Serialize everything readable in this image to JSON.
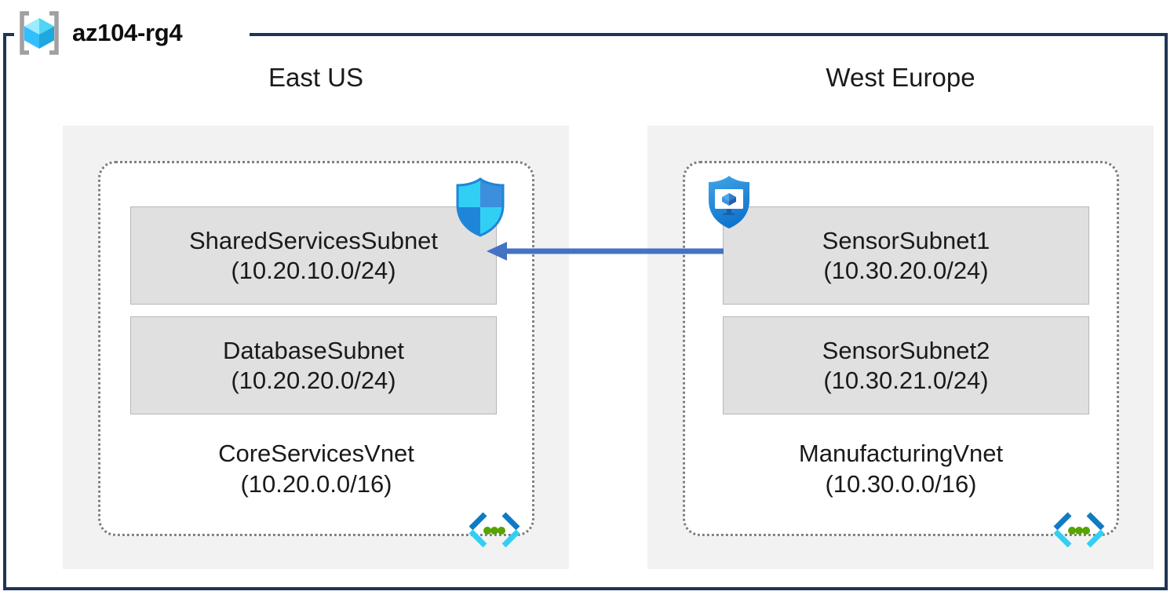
{
  "resource_group": {
    "name": "az104-rg4",
    "icon": "resource-group-cube-icon",
    "frame_color": "#1F3557"
  },
  "palette": {
    "region_panel_fill": "#F2F2F2",
    "vnet_fill": "#FFFFFF",
    "vnet_border": "#808080",
    "subnet_fill": "#E0E0E0",
    "subnet_border": "#B7B7B7",
    "arrow_color": "#4472C4",
    "nsg_shield_light": "#32BEFF",
    "nsg_shield_dark": "#0078D4",
    "vnet_icon_blue": "#0078D4",
    "vnet_icon_cyan": "#32BEFF",
    "vnet_icon_green": "#57A300",
    "cube_icon_light": "#9CEBFF",
    "cube_icon_mid": "#32BEFF",
    "bracket_gray": "#A0A0A0"
  },
  "regions": [
    {
      "label": "East US",
      "vnet": {
        "name": "CoreServicesVnet",
        "cidr": "(10.20.0.0/16)",
        "icon": "virtual-network-icon",
        "subnets": [
          {
            "name": "SharedServicesSubnet",
            "cidr": "(10.20.10.0/24)",
            "icon": "network-security-group-shield-icon"
          },
          {
            "name": "DatabaseSubnet",
            "cidr": "(10.20.20.0/24)",
            "icon": null
          }
        ]
      }
    },
    {
      "label": "West Europe",
      "vnet": {
        "name": "ManufacturingVnet",
        "cidr": "(10.30.0.0/16)",
        "icon": "virtual-network-icon",
        "subnets": [
          {
            "name": "SensorSubnet1",
            "cidr": "(10.30.20.0/24)",
            "icon": "vm-security-shield-icon"
          },
          {
            "name": "SensorSubnet2",
            "cidr": "(10.30.21.0/24)",
            "icon": null
          }
        ]
      }
    }
  ],
  "connection": {
    "name": "vnet-peering-arrow",
    "direction": "right-to-left",
    "from": "SensorSubnet1",
    "to": "SharedServicesSubnet"
  }
}
